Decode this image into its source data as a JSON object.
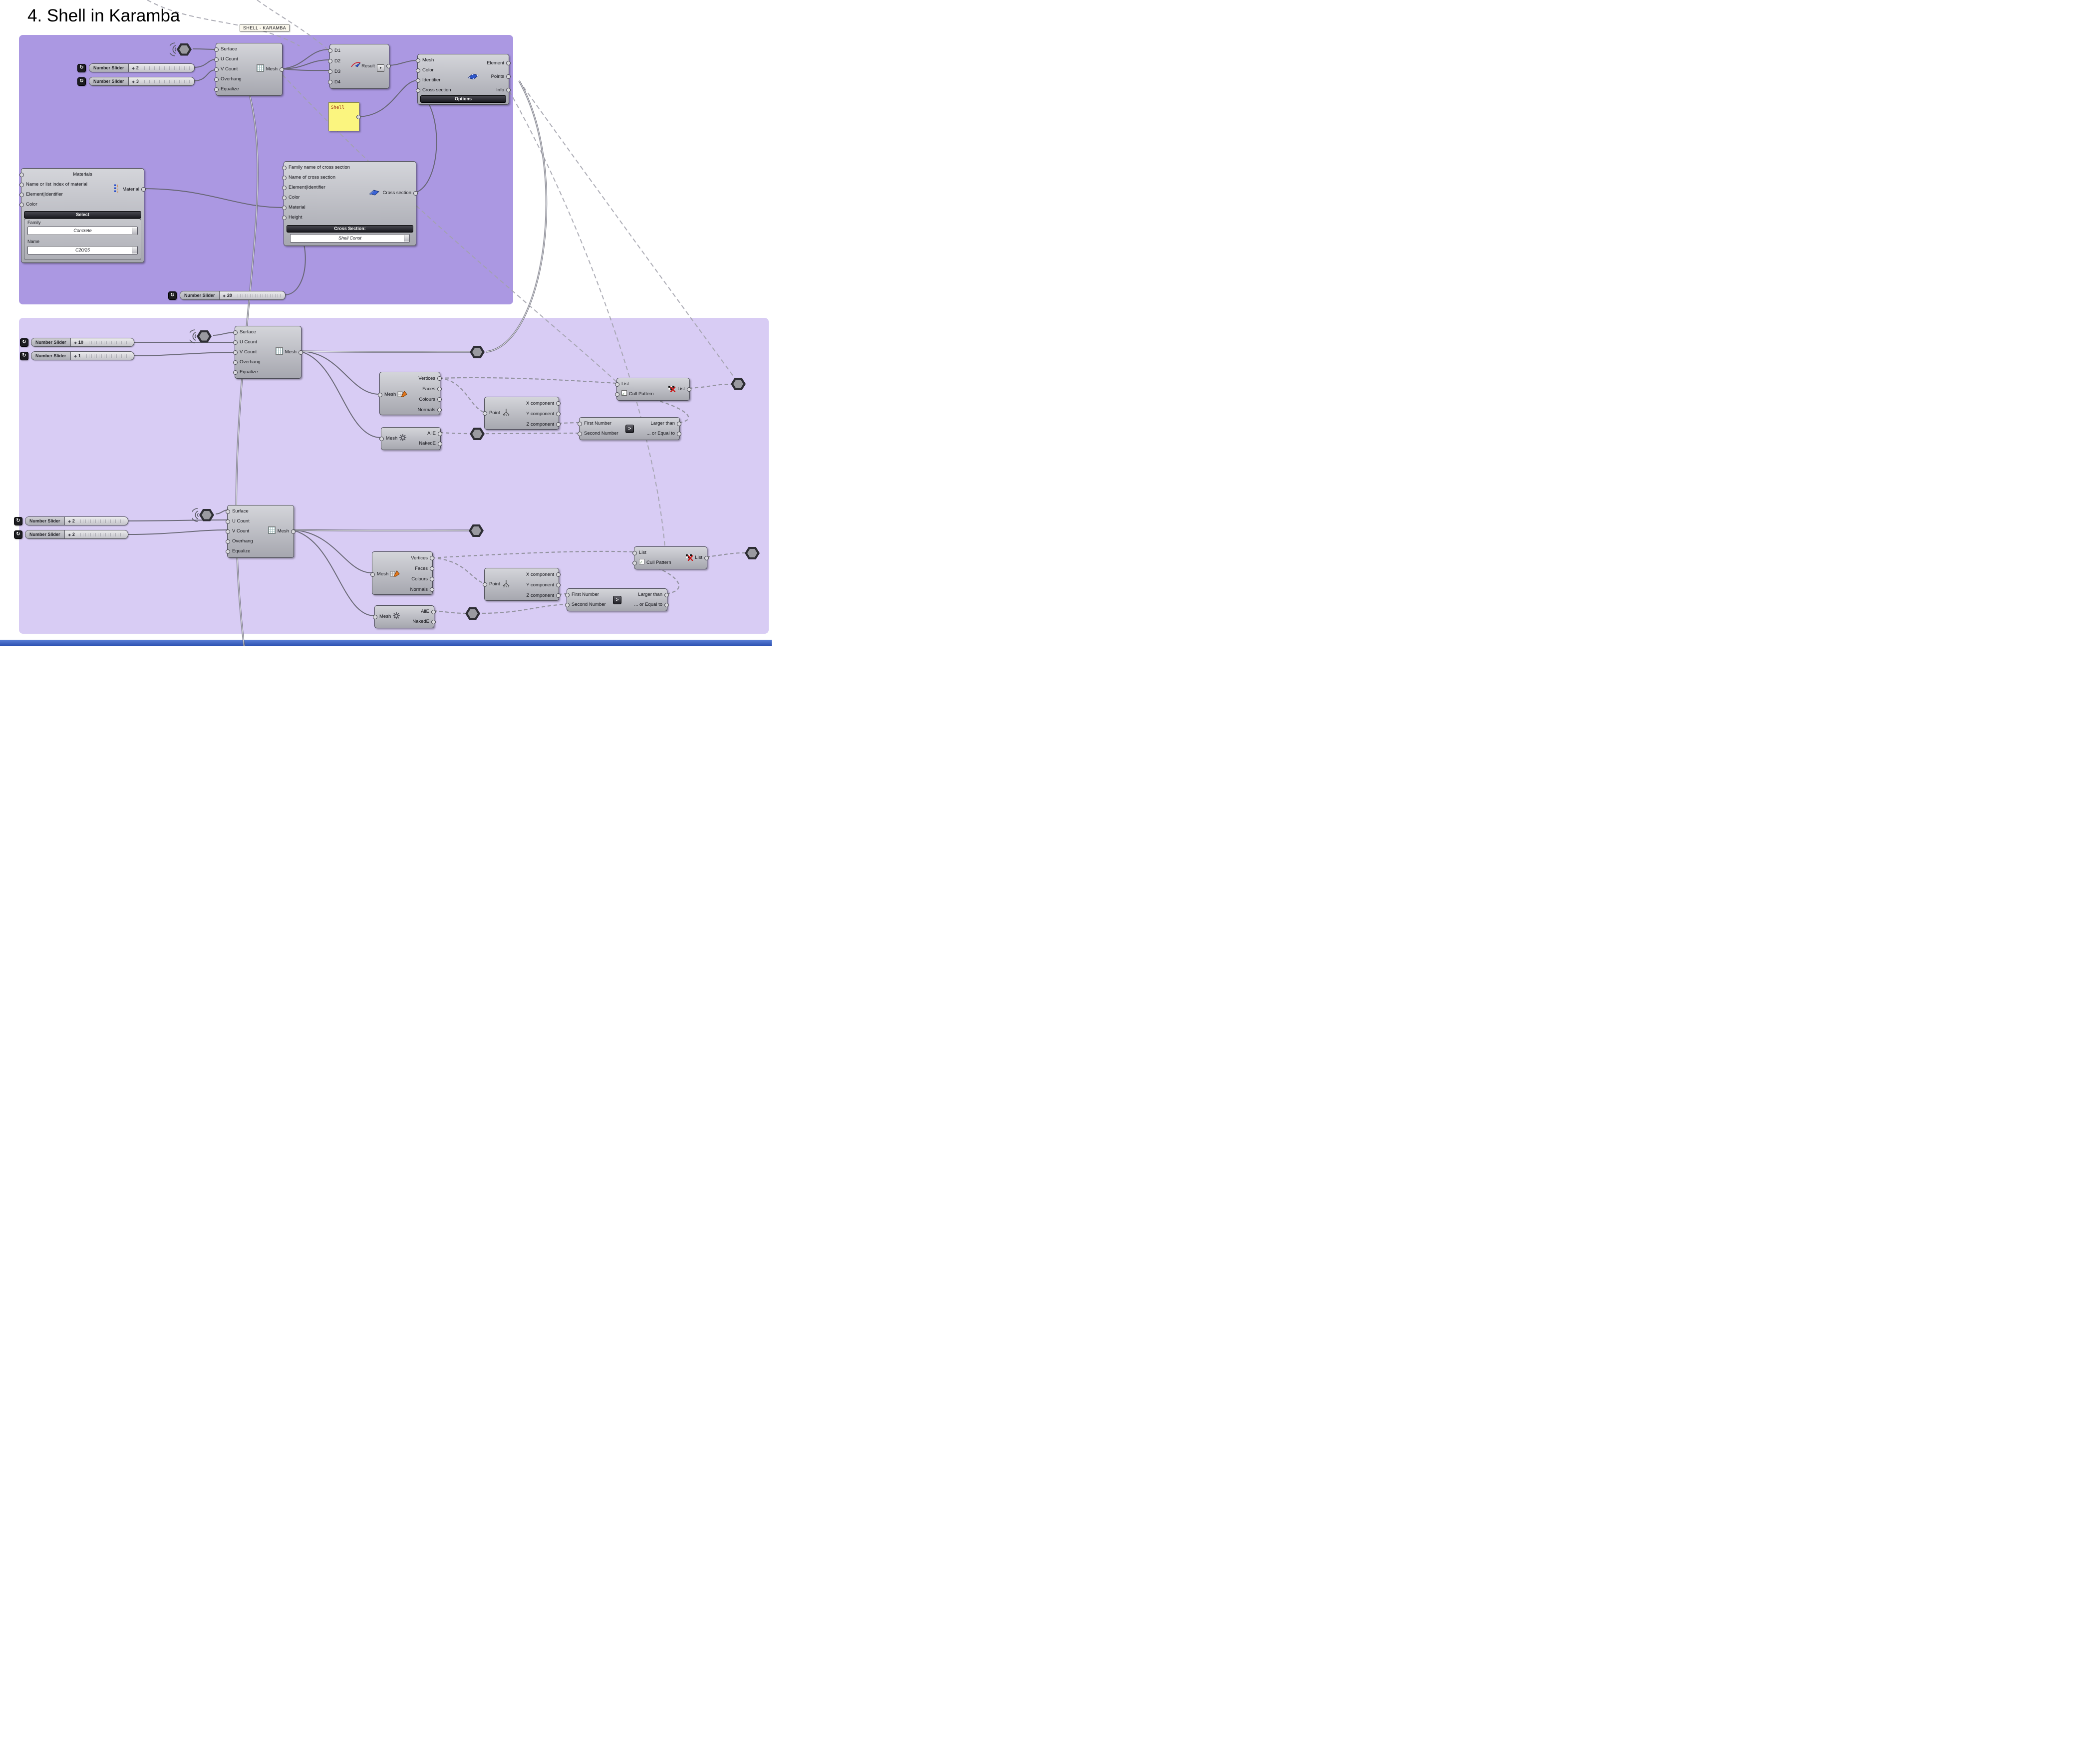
{
  "page": {
    "title": "4. Shell in Karamba",
    "tag": "SHELL - KARAMBA"
  },
  "sliders": {
    "label": "Number Slider",
    "top_u": {
      "value": "2"
    },
    "top_v": {
      "value": "3"
    },
    "cross_height": {
      "value": "20"
    },
    "mid_u": {
      "value": "10"
    },
    "mid_v": {
      "value": "1"
    },
    "bot_u": {
      "value": "2"
    },
    "bot_v": {
      "value": "2"
    }
  },
  "mesh_surface": {
    "inputs": [
      "Surface",
      "U Count",
      "V Count",
      "Overhang",
      "Equalize"
    ],
    "output": "Mesh"
  },
  "merge": {
    "inputs": [
      "D1",
      "D2",
      "D3",
      "D4"
    ],
    "output": "Result"
  },
  "shell_panel": {
    "text": "Shell"
  },
  "shell_assemble": {
    "inputs": [
      "Mesh",
      "Color",
      "Identifier",
      "Cross section"
    ],
    "outputs": [
      "Element",
      "Points",
      "Info"
    ],
    "button": "Options"
  },
  "material_select": {
    "inputs": [
      "Materials",
      "Name or list index of material",
      "Element|Identifier",
      "Color"
    ],
    "output": "Material",
    "button": "Select",
    "fields": [
      {
        "label": "Family",
        "value": "Concrete"
      },
      {
        "label": "Name",
        "value": "C20/25"
      }
    ]
  },
  "cross_section": {
    "inputs": [
      "Family name of cross section",
      "Name of cross section",
      "Element|Identifier",
      "Color",
      "Material",
      "Height"
    ],
    "output": "Cross section",
    "button": "Cross Section:",
    "value": "Shell Const"
  },
  "deconstruct_mesh": {
    "input": "Mesh",
    "outputs": [
      "Vertices",
      "Faces",
      "Colours",
      "Normals"
    ]
  },
  "mesh_edges": {
    "input": "Mesh",
    "outputs": [
      "AllE",
      "NakedE"
    ]
  },
  "deconstruct_point": {
    "input": "Point",
    "outputs": [
      "X component",
      "Y component",
      "Z component"
    ]
  },
  "larger_than": {
    "inputs": [
      "First Number",
      "Second Number"
    ],
    "outputs": [
      "Larger than",
      "... or Equal to"
    ]
  },
  "cull_pattern": {
    "inputs": [
      "List",
      "Cull Pattern"
    ],
    "output": "List"
  },
  "colors": {
    "group_top": "#ab98e2",
    "group_bottom": "#d8ccf4",
    "panel_yellow": "#fbf57f",
    "wire": "#62626d"
  }
}
